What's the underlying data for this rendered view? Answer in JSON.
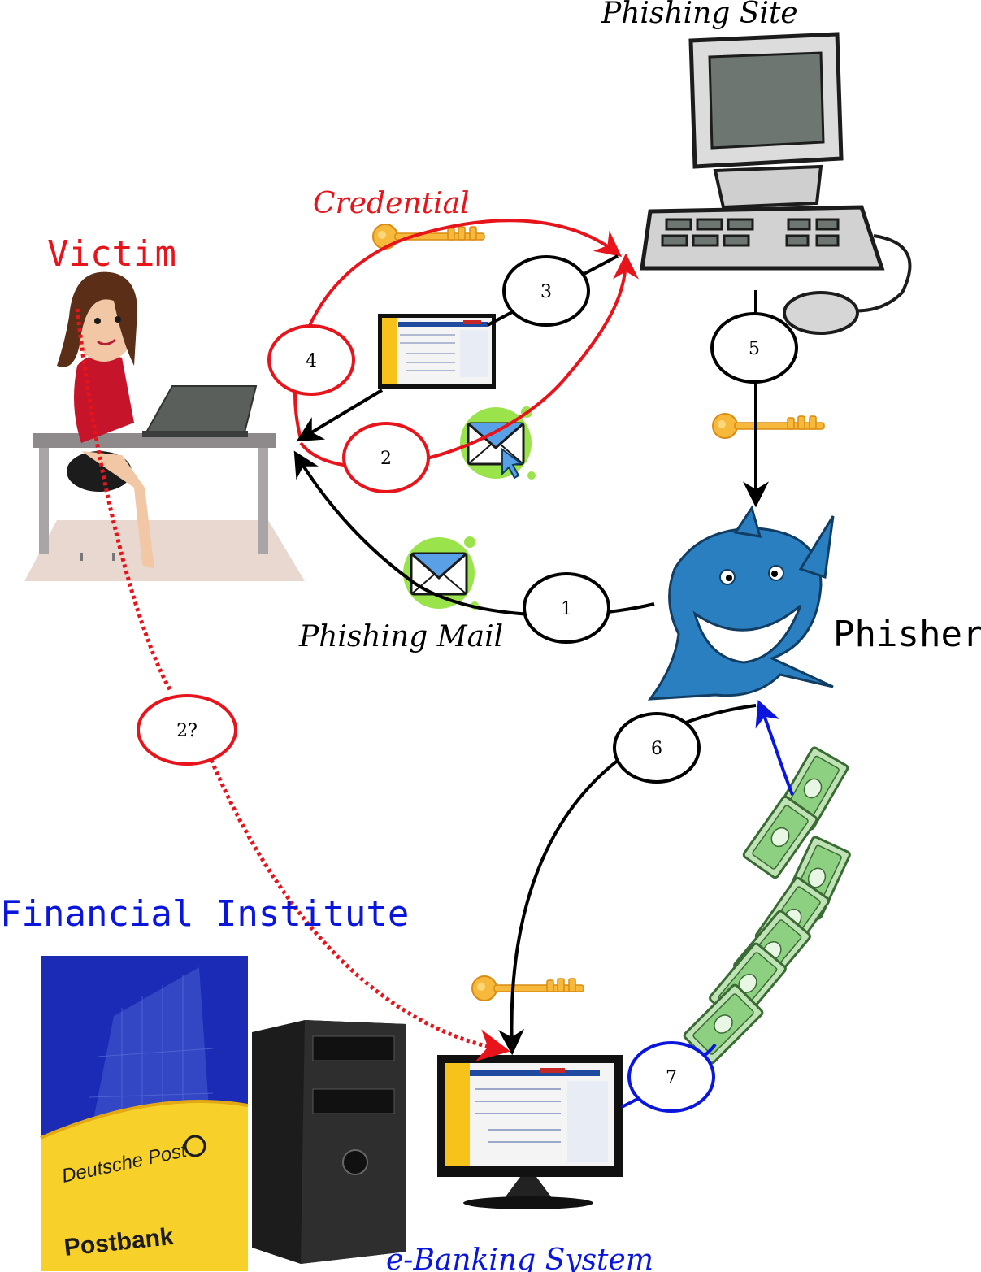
{
  "labels": {
    "victim": "Victim",
    "credential": "Credential",
    "phishing_site": "Phishing Site",
    "phishing_mail": "Phishing Mail",
    "phisher": "Phisher",
    "financial_institute": "Financial Institute",
    "ebanking_system": "e-Banking System"
  },
  "steps": [
    "1",
    "2",
    "3",
    "4",
    "5",
    "6",
    "7",
    "2?"
  ],
  "logos": {
    "deutsche_post": "Deutsche Post",
    "postbank": "Postbank"
  },
  "colors": {
    "red": "#e8141b",
    "blue": "#0a16dc",
    "black": "#000000",
    "key": "#f6b93b",
    "envelope_bg": "#9be34b",
    "shark": "#2a7fc1",
    "bank_sky": "#1b2bb5"
  }
}
